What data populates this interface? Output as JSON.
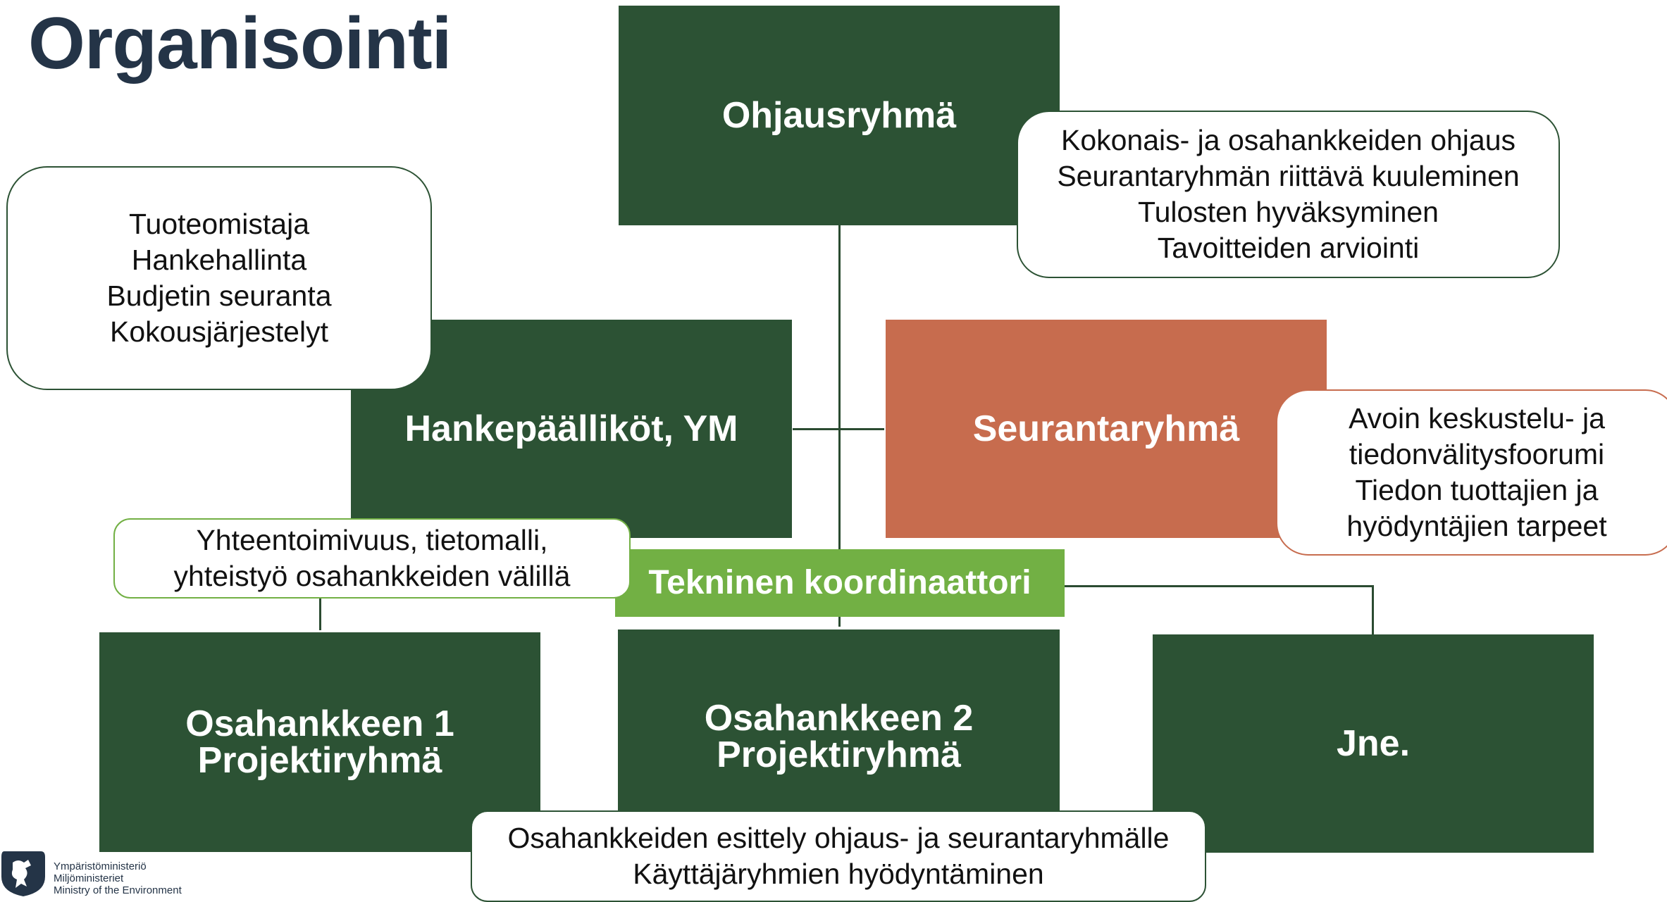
{
  "title": "Organisointi",
  "nodes": {
    "ohjausryhma": "Ohjausryhmä",
    "hankepaalliköt": "Hankepäälliköt, YM",
    "seurantaryhma": "Seurantaryhmä",
    "tekninen": "Tekninen koordinaattori",
    "osahanke1": "Osahankkeen 1\nProjektiryhmä",
    "osahanke2": "Osahankkeen 2\nProjektiryhmä",
    "jne": "Jne."
  },
  "notes": {
    "ohjaus": [
      "Kokonais- ja osahankkeiden ohjaus",
      "Seurantaryhmän riittävä kuuleminen",
      "Tulosten hyväksyminen",
      "Tavoitteiden arviointi"
    ],
    "tuoteomistaja": [
      "Tuoteomistaja",
      "Hankehallinta",
      "Budjetin seuranta",
      "Kokousjärjestelyt"
    ],
    "seuranta": [
      "Avoin keskustelu- ja",
      "tiedonvälitysfoorumi",
      "Tiedon tuottajien ja",
      "hyödyntäjien tarpeet"
    ],
    "yhteentoimivuus": [
      "Yhteentoimivuus, tietomalli,",
      "yhteistyö osahankkeiden välillä"
    ],
    "esittely": [
      "Osahankkeiden esittely ohjaus- ja seurantaryhmälle",
      "Käyttäjäryhmien hyödyntäminen"
    ]
  },
  "logo": {
    "lines": [
      "Ympäristöministeriö",
      "Miljöministeriet",
      "Ministry of the Environment"
    ],
    "icon": "finnish-lion-emblem-icon"
  },
  "colors": {
    "dark_green": "#2c5234",
    "orange": "#c76c4e",
    "lime": "#72b044",
    "title": "#243447"
  }
}
